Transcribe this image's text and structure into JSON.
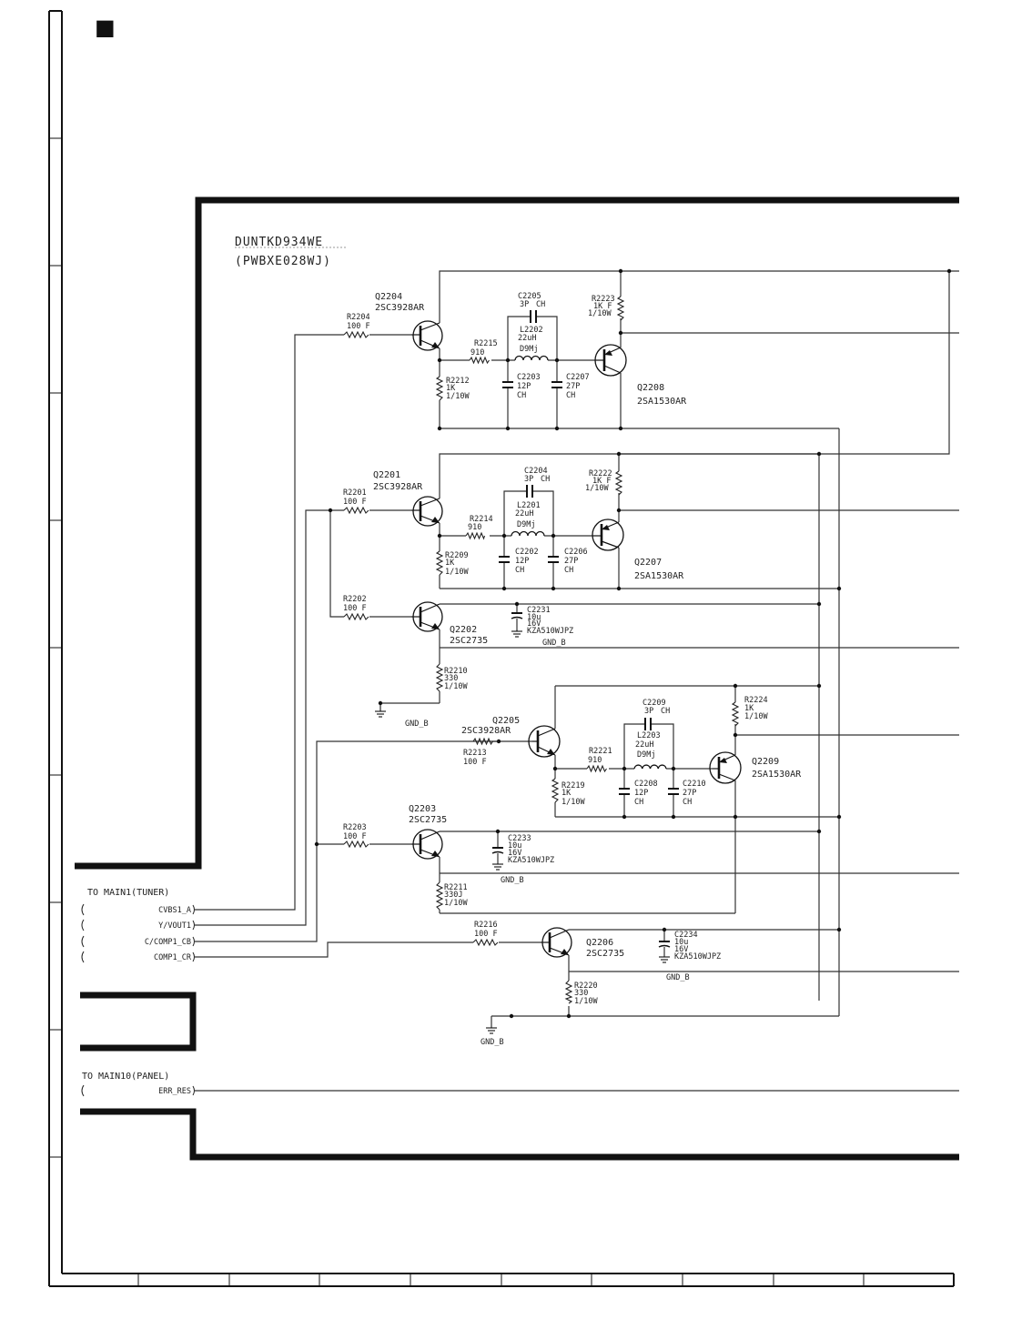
{
  "header": {
    "marker": "■"
  },
  "board": {
    "name": "DUNTKD934WE",
    "pwb": "(PWBXE028WJ)"
  },
  "transistors": [
    {
      "ref": "Q2204",
      "part": "2SC3928AR"
    },
    {
      "ref": "Q2208",
      "part": "2SA1530AR"
    },
    {
      "ref": "Q2201",
      "part": "2SC3928AR"
    },
    {
      "ref": "Q2207",
      "part": "2SA1530AR"
    },
    {
      "ref": "Q2202",
      "part": "2SC2735"
    },
    {
      "ref": "Q2205",
      "part": "2SC3928AR"
    },
    {
      "ref": "Q2209",
      "part": "2SA1530AR"
    },
    {
      "ref": "Q2203",
      "part": "2SC2735"
    },
    {
      "ref": "Q2206",
      "part": "2SC2735"
    }
  ],
  "resistors": [
    {
      "ref": "R2204",
      "value": "100 F"
    },
    {
      "ref": "R2215",
      "value": "910"
    },
    {
      "ref": "R2212",
      "value": "1K",
      "rating": "1/10W"
    },
    {
      "ref": "R2223",
      "value": "1K F",
      "rating": "1/10W"
    },
    {
      "ref": "R2201",
      "value": "100 F"
    },
    {
      "ref": "R2214",
      "value": "910"
    },
    {
      "ref": "R2209",
      "value": "1K",
      "rating": "1/10W"
    },
    {
      "ref": "R2222",
      "value": "1K F",
      "rating": "1/10W"
    },
    {
      "ref": "R2202",
      "value": "100 F"
    },
    {
      "ref": "R2210",
      "value": "330",
      "rating": "1/10W"
    },
    {
      "ref": "R2213",
      "value": "100 F"
    },
    {
      "ref": "R2221",
      "value": "910"
    },
    {
      "ref": "R2219",
      "value": "1K",
      "rating": "1/10W"
    },
    {
      "ref": "R2224",
      "value": "1K",
      "rating": "1/10W"
    },
    {
      "ref": "R2203",
      "value": "100 F"
    },
    {
      "ref": "R2211",
      "value": "330J",
      "rating": "1/10W"
    },
    {
      "ref": "R2216",
      "value": "100 F"
    },
    {
      "ref": "R2220",
      "value": "330",
      "rating": "1/10W"
    }
  ],
  "capacitors": [
    {
      "ref": "C2205",
      "value": "3P",
      "type": "CH"
    },
    {
      "ref": "C2203",
      "value": "12P",
      "type": "CH"
    },
    {
      "ref": "C2207",
      "value": "27P",
      "type": "CH"
    },
    {
      "ref": "C2204",
      "value": "3P",
      "type": "CH"
    },
    {
      "ref": "C2202",
      "value": "12P",
      "type": "CH"
    },
    {
      "ref": "C2206",
      "value": "27P",
      "type": "CH"
    },
    {
      "ref": "C2231",
      "value": "10u",
      "voltage": "16V",
      "part": "KZA510WJPZ"
    },
    {
      "ref": "C2209",
      "value": "3P",
      "type": "CH"
    },
    {
      "ref": "C2208",
      "value": "12P",
      "type": "CH"
    },
    {
      "ref": "C2210",
      "value": "27P",
      "type": "CH"
    },
    {
      "ref": "C2233",
      "value": "10u",
      "voltage": "16V",
      "part": "KZA510WJPZ"
    },
    {
      "ref": "C2234",
      "value": "10u",
      "voltage": "16V",
      "part": "KZA510WJPZ"
    }
  ],
  "inductors": [
    {
      "ref": "L2202",
      "value": "22uH",
      "part": "D9Mj"
    },
    {
      "ref": "L2201",
      "value": "22uH",
      "part": "D9Mj"
    },
    {
      "ref": "L2203",
      "value": "22uH",
      "part": "D9Mj"
    }
  ],
  "grounds": [
    "GND_B",
    "GND_B",
    "GND_B",
    "GND_B",
    "GND_B"
  ],
  "connectors": [
    {
      "title": "TO MAIN1(TUNER)",
      "pins": [
        "CVBS1_A",
        "Y/VOUT1",
        "C/COMP1_CB",
        "COMP1_CR"
      ]
    },
    {
      "title": "TO MAIN10(PANEL)",
      "pins": [
        "ERR_RES"
      ]
    }
  ]
}
